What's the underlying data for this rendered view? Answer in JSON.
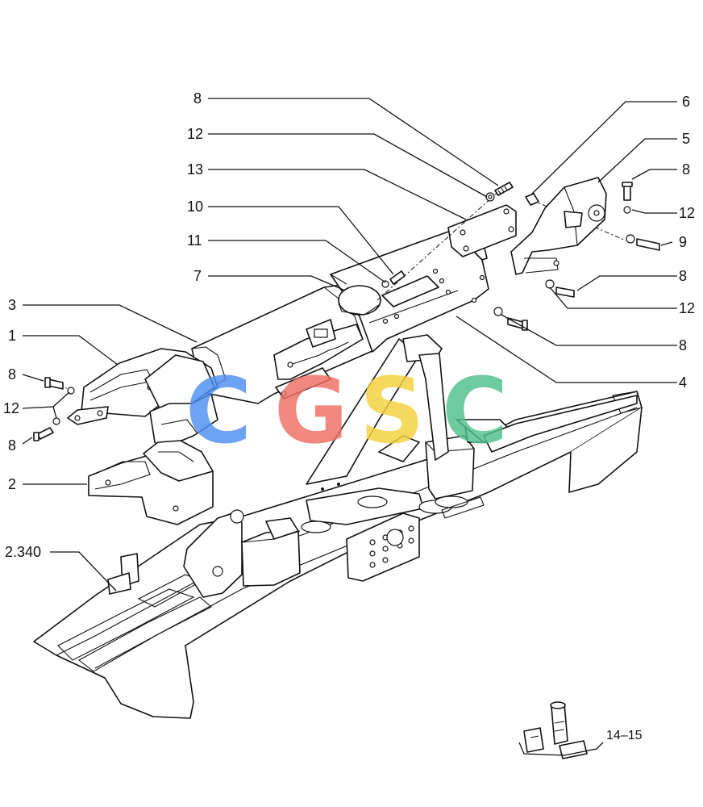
{
  "callouts": {
    "c8_top": "8",
    "c12_top": "12",
    "c13": "13",
    "c10": "10",
    "c11": "11",
    "c7": "7",
    "c3": "3",
    "c1": "1",
    "c8_left_a": "8",
    "c12_left": "12",
    "c8_left_b": "8",
    "c2": "2",
    "c2340": "2.340",
    "c6": "6",
    "c5": "5",
    "c8_right_a": "8",
    "c12_right_a": "12",
    "c9": "9",
    "c8_right_b": "8",
    "c12_right_b": "12",
    "c8_right_c": "8",
    "c4": "4"
  },
  "page_ref": "14–15",
  "watermark": {
    "letters": [
      "C",
      "G",
      "S",
      "C"
    ],
    "colors": [
      "#4f8ff2",
      "#ef6f63",
      "#f6d03c",
      "#4fc08a"
    ]
  }
}
